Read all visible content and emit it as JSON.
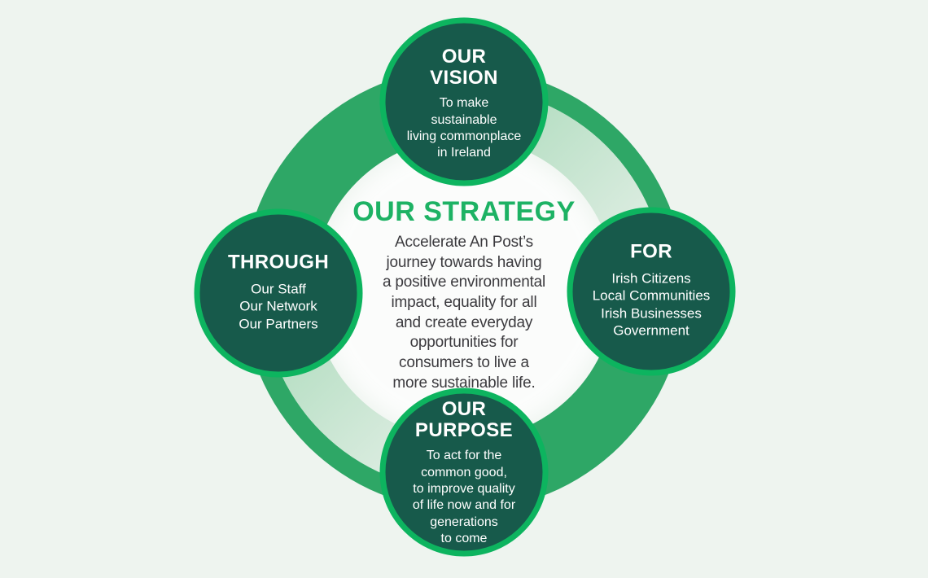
{
  "colors": {
    "background": "#eef4ef",
    "ring_green": "#2ea766",
    "fade_from": "#a5d8b6",
    "fade_to": "#edf3ee",
    "inner_glow": "#ffffff",
    "node_fill": "#175a4b",
    "node_border": "#0db45f",
    "title_green": "#1db264",
    "body_text": "#3b3a3e",
    "node_text": "#ffffff"
  },
  "center": {
    "title": "OUR STRATEGY",
    "body": "Accelerate An Post’s\njourney towards having\na positive environmental\nimpact, equality for all\nand create everyday\nopportunities for\nconsumers to live a\nmore sustainable life."
  },
  "nodes": {
    "vision": {
      "title": "OUR\nVISION",
      "body": "To make\nsustainable\nliving commonplace\nin Ireland"
    },
    "for": {
      "title": "FOR",
      "body": "Irish Citizens\nLocal Communities\nIrish Businesses\nGovernment"
    },
    "purpose": {
      "title": "OUR\nPURPOSE",
      "body": "To act for the\ncommon good,\nto improve quality\nof life now and for\ngenerations\nto come"
    },
    "through": {
      "title": "THROUGH",
      "body": "Our Staff\nOur Network\nOur Partners"
    }
  }
}
